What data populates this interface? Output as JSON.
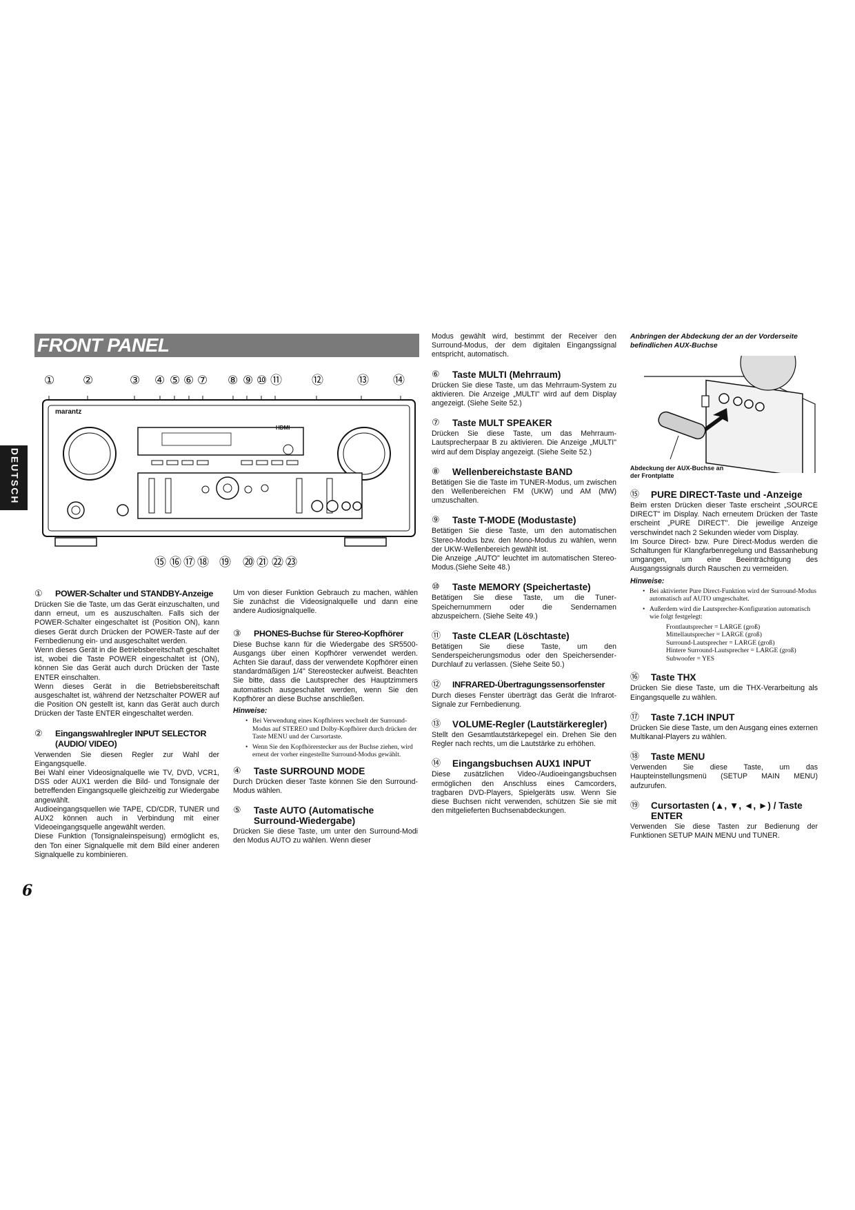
{
  "title": "FRONT PANEL",
  "side_tab": "DEUTSCH",
  "page_number": "6",
  "callouts_top": [
    "①",
    "②",
    "③",
    "④",
    "⑤",
    "⑥",
    "⑦",
    "⑧",
    "⑨",
    "⑩",
    "⑪",
    "⑫",
    "⑬",
    "⑭"
  ],
  "callouts_bottom": [
    "⑮",
    "⑯",
    "⑰",
    "⑱",
    "⑲",
    "⑳",
    "㉑",
    "㉒",
    "㉓"
  ],
  "device": {
    "brand": "marantz",
    "hdmi": "HDMI"
  },
  "col1": {
    "s1_num": "①",
    "s1_title": "POWER-Schalter und STANDBY-Anzeige",
    "s1_p1": "Drücken Sie die Taste, um das Gerät einzuschalten, und dann erneut, um es auszuschalten. Falls sich der POWER-Schalter eingeschaltet ist (Position ON), kann dieses Gerät durch Drücken der POWER-Taste auf der Fernbedienung ein- und ausgeschaltet werden.",
    "s1_p2": "Wenn dieses Gerät in die Betriebsbereitschaft geschaltet ist, wobei die Taste POWER eingeschaltet ist (ON), können Sie das Gerät auch durch Drücken der Taste ENTER einschalten.",
    "s1_p3": "Wenn dieses Gerät in die Betriebsbereitschaft ausgeschaltet ist, während der Netzschalter POWER auf die Position ON gestellt ist, kann das Gerät auch durch Drücken der Taste ENTER eingeschaltet werden.",
    "s2_num": "②",
    "s2_title": "Eingangswahlregler INPUT SELECTOR (AUDIO/ VIDEO)",
    "s2_p1": "Verwenden Sie diesen Regler zur Wahl der Eingangsquelle.",
    "s2_p2": "Bei Wahl einer Videosignalquelle wie TV, DVD, VCR1, DSS oder AUX1 werden die Bild- und Tonsignale der betreffenden Eingangsquelle gleichzeitig zur Wiedergabe angewählt.",
    "s2_p3": "Audioeingangsquellen wie TAPE, CD/CDR, TUNER und AUX2 können auch in Verbindung mit einer Videoeingangsquelle angewählt werden.",
    "s2_p4": "Diese Funktion (Tonsignaleinspeisung) ermöglicht es, den Ton einer Signalquelle mit dem Bild einer anderen Signalquelle zu kombinieren."
  },
  "col2": {
    "intro": "Um von dieser Funktion Gebrauch zu machen, wählen Sie zunächst die Videosignalquelle und dann eine andere Audiosignalquelle.",
    "s3_num": "③",
    "s3_title": "PHONES-Buchse für Stereo-Kopfhörer",
    "s3_p1": "Diese Buchse kann für die Wiedergabe des SR5500-Ausgangs über einen Kopfhörer verwendet werden. Achten Sie darauf, dass der verwendete Kopfhörer einen standardmäßigen 1/4\" Stereostecker aufweist. Beachten Sie bitte, dass die Lautsprecher des Hauptzimmers automatisch ausgeschaltet werden, wenn Sie den Kopfhörer an diese Buchse anschließen.",
    "s3_hinweise": "Hinweise:",
    "s3_note1": "Bei Verwendung eines Kopfhörers wechselt der Surround-Modus auf STEREO und Dolby-Kopfhörer durch drücken der Taste MENU und der Cursortaste.",
    "s3_note2": "Wenn Sie den Kopfhörerstecker aus der Buchse ziehen, wird erneut der vorher eingestellte Surround-Modus gewählt.",
    "s4_num": "④",
    "s4_title": "Taste SURROUND MODE",
    "s4_p1": "Durch Drücken dieser Taste können Sie den Surround-Modus wählen.",
    "s5_num": "⑤",
    "s5_title": "Taste AUTO (Automatische Surround-Wiedergabe)",
    "s5_p1": "Drücken Sie diese Taste, um unter den Surround-Modi den Modus AUTO zu wählen. Wenn dieser"
  },
  "col3": {
    "intro": "Modus gewählt wird, bestimmt der Receiver den Surround-Modus, der dem digitalen Eingangssignal entspricht, automatisch.",
    "s6_num": "⑥",
    "s6_title": "Taste MULTI (Mehrraum)",
    "s6_p1": "Drücken Sie diese Taste, um das Mehrraum-System zu aktivieren. Die Anzeige „MULTI\" wird auf dem Display angezeigt. (Siehe Seite 52.)",
    "s7_num": "⑦",
    "s7_title": "Taste MULT SPEAKER",
    "s7_p1": "Drücken Sie diese Taste, um das Mehrraum-Lautsprecherpaar B zu aktivieren. Die Anzeige „MULTI\" wird auf dem Display angezeigt. (Siehe Seite 52.)",
    "s8_num": "⑧",
    "s8_title": "Wellenbereichstaste BAND",
    "s8_p1": "Betätigen Sie die Taste im TUNER-Modus, um zwischen den Wellenbereichen FM (UKW) und AM (MW) umzuschalten.",
    "s9_num": "⑨",
    "s9_title": "Taste T-MODE (Modustaste)",
    "s9_p1": "Betätigen Sie diese Taste, um den automatischen Stereo-Modus bzw. den Mono-Modus zu wählen, wenn der UKW-Wellenbereich gewählt ist.",
    "s9_p2": "Die Anzeige „AUTO\" leuchtet im automatischen Stereo-Modus.(Siehe Seite 48.)",
    "s10_num": "⑩",
    "s10_title": "Taste MEMORY (Speichertaste)",
    "s10_p1": "Betätigen Sie diese Taste, um die Tuner-Speichernummern oder die Sendernamen abzuspeichern. (Siehe Seite 49.)",
    "s11_num": "⑪",
    "s11_title": "Taste CLEAR (Löschtaste)",
    "s11_p1": "Betätigen Sie diese Taste, um den Senderspeicherungsmodus oder den Speichersender-Durchlauf zu verlassen. (Siehe Seite 50.)",
    "s12_num": "⑫",
    "s12_title": "INFRARED-Übertragungssensorfenster",
    "s12_p1": "Durch dieses Fenster überträgt das Gerät die Infrarot-Signale zur Fernbedienung.",
    "s13_num": "⑬",
    "s13_title": "VOLUME-Regler (Lautstärkeregler)",
    "s13_p1": "Stellt den Gesamtlautstärkepegel ein. Drehen Sie den Regler nach rechts, um die Lautstärke zu erhöhen.",
    "s14_num": "⑭",
    "s14_title": "Eingangsbuchsen AUX1 INPUT",
    "s14_p1": "Diese zusätzlichen Video-/Audioeingangsbuchsen ermöglichen den Anschluss eines Camcorders, tragbaren DVD-Players, Spielgeräts usw. Wenn Sie diese Buchsen nicht verwenden, schützen Sie sie mit den mitgelieferten Buchsenabdeckungen."
  },
  "col4": {
    "fig_title": "Anbringen der Abdeckung der an der Vorderseite befindlichen AUX-Buchse",
    "fig_caption": "Abdeckung der AUX-Buchse an der Frontplatte",
    "s15_num": "⑮",
    "s15_title": "PURE DIRECT-Taste und -Anzeige",
    "s15_p1": "Beim ersten Drücken dieser Taste erscheint „SOURCE DIRECT\" im Display. Nach erneutem Drücken der Taste erscheint „PURE DIRECT\". Die jeweilige Anzeige verschwindet nach 2 Sekunden wieder vom Display.",
    "s15_p2": "Im Source Direct- bzw. Pure Direct-Modus werden die Schaltungen für Klangfarbenregelung und Bassanhebung umgangen, um eine Beeinträchtigung des Ausgangssignals durch Rauschen zu vermeiden.",
    "s15_hinweise": "Hinweise:",
    "s15_note1": "Bei aktivierter Pure Direct-Funktion wird der Surround-Modus automatisch auf AUTO umgeschaltet.",
    "s15_note2": "Außerdem wird die Lautsprecher-Konfiguration automatisch wie folgt festgelegt:",
    "s15_sp1": "Frontlautsprecher = LARGE (groß)",
    "s15_sp2": "Mittellautsprecher = LARGE (groß)",
    "s15_sp3": "Surround-Lautsprecher = LARGE (groß)",
    "s15_sp4": "Hintere Surround-Lautsprecher = LARGE (groß)",
    "s15_sp5": "Subwoofer = YES",
    "s16_num": "⑯",
    "s16_title": "Taste THX",
    "s16_p1": "Drücken Sie diese Taste, um die THX-Verarbeitung als Eingangsquelle zu wählen.",
    "s17_num": "⑰",
    "s17_title": "Taste 7.1CH INPUT",
    "s17_p1": "Drücken Sie diese Taste, um den Ausgang eines externen Multikanal-Players zu wählen.",
    "s18_num": "⑱",
    "s18_title": "Taste MENU",
    "s18_p1": "Verwenden Sie diese Taste, um das Haupteinstellungsmenü (SETUP MAIN MENU) aufzurufen.",
    "s19_num": "⑲",
    "s19_title": "Cursortasten (▲, ▼, ◄, ►) / Taste ENTER",
    "s19_p1": "Verwenden Sie diese Tasten zur Bedienung der Funktionen SETUP MAIN MENU und TUNER."
  }
}
